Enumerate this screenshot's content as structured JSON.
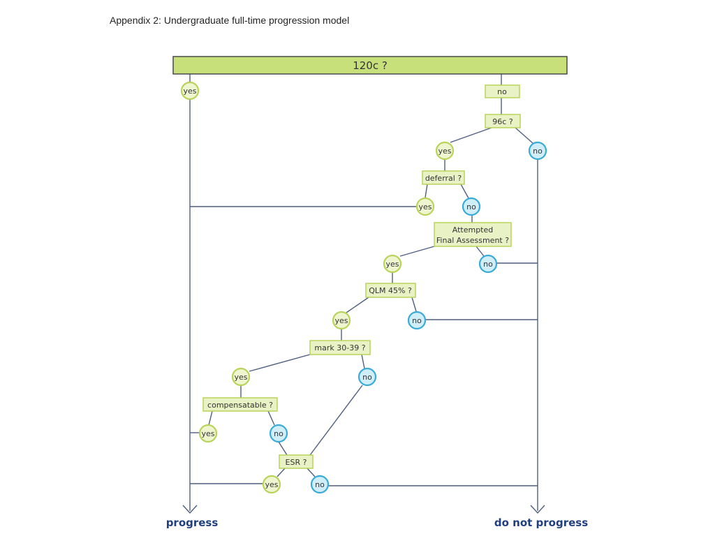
{
  "title": "Appendix 2: Undergraduate full-time progression model",
  "decisions": {
    "credits_120": "120c ?",
    "credits_96": "96c ?",
    "deferral": "deferral ?",
    "attempted_line1": "Attempted",
    "attempted_line2": "Final Assessment ?",
    "qlm": "QLM 45% ?",
    "mark": "mark 30-39 ?",
    "compensatable": "compensatable ?",
    "esr": "ESR ?"
  },
  "answers": {
    "yes": "yes",
    "no": "no"
  },
  "outcomes": {
    "progress": "progress",
    "not_progress": "do not progress"
  },
  "colors": {
    "yes_fill": "#eef5cf",
    "yes_stroke": "#b9d35a",
    "no_fill": "#cfeef8",
    "no_stroke": "#3aaad6",
    "top_bar": "#c8e07a",
    "outcome_text": "#1f3f7f"
  }
}
